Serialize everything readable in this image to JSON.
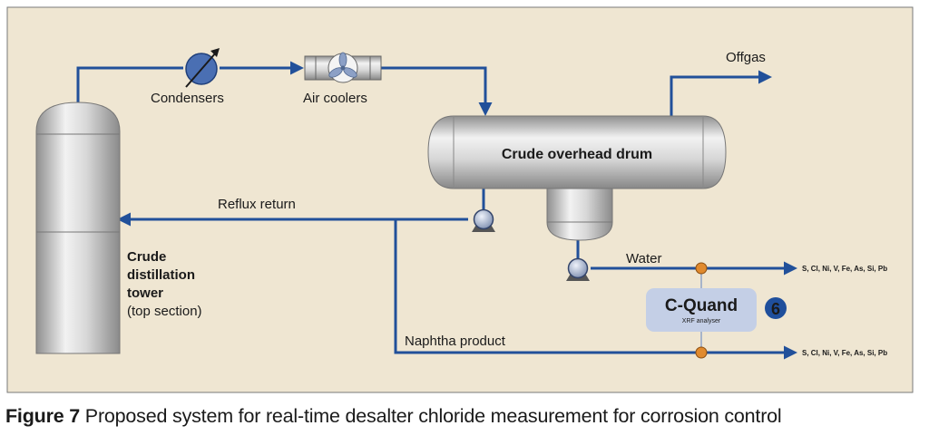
{
  "colors": {
    "background": "#efe6d2",
    "border": "#7a7a7a",
    "pipe": "#21509a",
    "vessel_fill": "#c8c8c8",
    "analyser_fill": "#c4cfe6",
    "analyser_text": "#1f4f9c",
    "badge": "#1f4f9c",
    "sample_point": "#e08a2e"
  },
  "labels": {
    "condensers": "Condensers",
    "air_coolers": "Air coolers",
    "offgas": "Offgas",
    "drum": "Crude overhead drum",
    "reflux": "Reflux return",
    "water": "Water",
    "naphtha": "Naphtha product",
    "tower_line1": "Crude",
    "tower_line2": "distillation",
    "tower_line3": "tower",
    "tower_line4": "(top section)",
    "elements_water": "S, Cl, Ni, V, Fe, As, Si, Pb",
    "elements_naphtha": "S, Cl, Ni, V, Fe, As, Si, Pb"
  },
  "analyser": {
    "name": "C-Quand",
    "subtitle": "XRF analyser",
    "badge": "6"
  },
  "caption": {
    "figure": "Figure 7",
    "text": " Proposed system for real-time desalter chloride measurement for corrosion control"
  },
  "icons": [
    "condenser-icon",
    "air-cooler-fan-icon",
    "pump-icon"
  ]
}
